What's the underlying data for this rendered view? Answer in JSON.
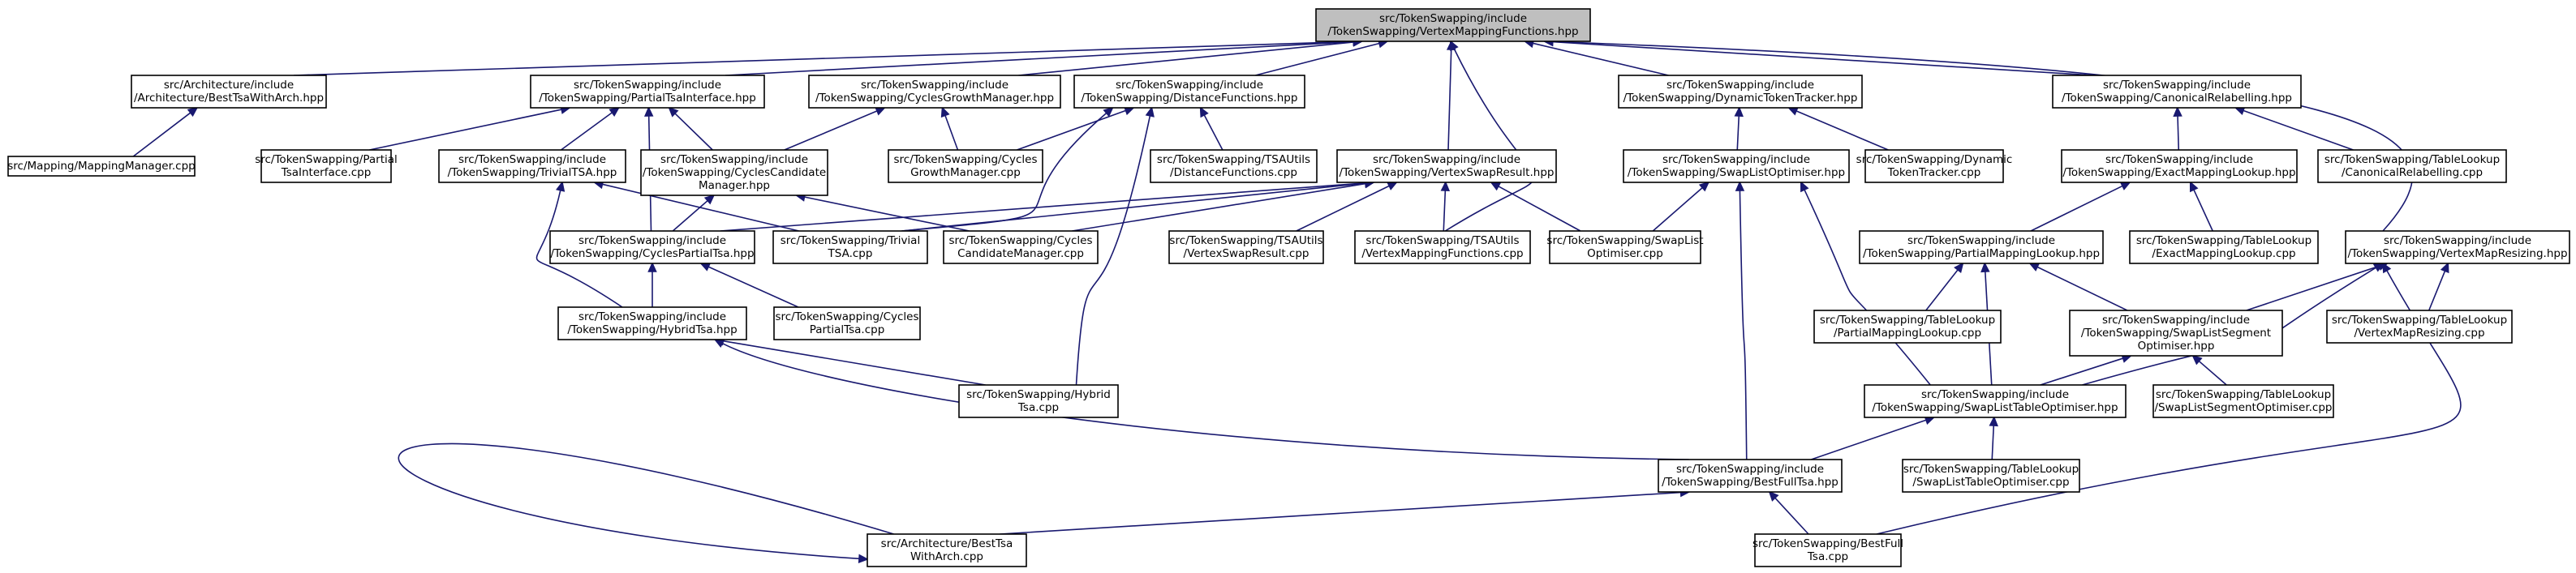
{
  "nodes": [
    {
      "id": "root",
      "lines": [
        "src/TokenSwapping/include",
        "/TokenSwapping/VertexMappingFunctions.hpp"
      ],
      "root": true
    },
    {
      "id": "bestTsaWithArchHpp",
      "lines": [
        "src/Architecture/include",
        "/Architecture/BestTsaWithArch.hpp"
      ]
    },
    {
      "id": "partialTsaInterfaceHpp",
      "lines": [
        "src/TokenSwapping/include",
        "/TokenSwapping/PartialTsaInterface.hpp"
      ]
    },
    {
      "id": "cyclesGrowthManagerHpp",
      "lines": [
        "src/TokenSwapping/include",
        "/TokenSwapping/CyclesGrowthManager.hpp"
      ]
    },
    {
      "id": "distanceFunctionsHpp",
      "lines": [
        "src/TokenSwapping/include",
        "/TokenSwapping/DistanceFunctions.hpp"
      ]
    },
    {
      "id": "dynamicTokenTrackerHpp",
      "lines": [
        "src/TokenSwapping/include",
        "/TokenSwapping/DynamicTokenTracker.hpp"
      ]
    },
    {
      "id": "canonicalRelabellingHpp",
      "lines": [
        "src/TokenSwapping/include",
        "/TokenSwapping/CanonicalRelabelling.hpp"
      ]
    },
    {
      "id": "mappingManagerCpp",
      "lines": [
        "src/Mapping/MappingManager.cpp"
      ]
    },
    {
      "id": "partialTsaInterfaceCpp",
      "lines": [
        "src/TokenSwapping/Partial",
        "TsaInterface.cpp"
      ]
    },
    {
      "id": "trivialTsaHpp",
      "lines": [
        "src/TokenSwapping/include",
        "/TokenSwapping/TrivialTSA.hpp"
      ]
    },
    {
      "id": "cyclesCandidateManagerHpp",
      "lines": [
        "src/TokenSwapping/include",
        "/TokenSwapping/CyclesCandidate",
        "Manager.hpp"
      ]
    },
    {
      "id": "cyclesGrowthManagerCpp",
      "lines": [
        "src/TokenSwapping/Cycles",
        "GrowthManager.cpp"
      ]
    },
    {
      "id": "distanceFunctionsCpp",
      "lines": [
        "src/TokenSwapping/TSAUtils",
        "/DistanceFunctions.cpp"
      ]
    },
    {
      "id": "vertexSwapResultHpp",
      "lines": [
        "src/TokenSwapping/include",
        "/TokenSwapping/VertexSwapResult.hpp"
      ]
    },
    {
      "id": "swapListOptimiserHpp",
      "lines": [
        "src/TokenSwapping/include",
        "/TokenSwapping/SwapListOptimiser.hpp"
      ]
    },
    {
      "id": "dynamicTokenTrackerCpp",
      "lines": [
        "src/TokenSwapping/Dynamic",
        "TokenTracker.cpp"
      ]
    },
    {
      "id": "exactMappingLookupHpp",
      "lines": [
        "src/TokenSwapping/include",
        "/TokenSwapping/ExactMappingLookup.hpp"
      ]
    },
    {
      "id": "canonicalRelabellingCpp",
      "lines": [
        "src/TokenSwapping/TableLookup",
        "/CanonicalRelabelling.cpp"
      ]
    },
    {
      "id": "cyclesPartialTsaHpp",
      "lines": [
        "src/TokenSwapping/include",
        "/TokenSwapping/CyclesPartialTsa.hpp"
      ]
    },
    {
      "id": "trivialTsaCpp",
      "lines": [
        "src/TokenSwapping/Trivial",
        "TSA.cpp"
      ]
    },
    {
      "id": "cyclesCandidateManagerCpp",
      "lines": [
        "src/TokenSwapping/Cycles",
        "CandidateManager.cpp"
      ]
    },
    {
      "id": "vertexSwapResultCpp",
      "lines": [
        "src/TokenSwapping/TSAUtils",
        "/VertexSwapResult.cpp"
      ]
    },
    {
      "id": "vertexMappingFunctionsCpp",
      "lines": [
        "src/TokenSwapping/TSAUtils",
        "/VertexMappingFunctions.cpp"
      ]
    },
    {
      "id": "swapListOptimiserCpp",
      "lines": [
        "src/TokenSwapping/SwapList",
        "Optimiser.cpp"
      ]
    },
    {
      "id": "partialMappingLookupHpp",
      "lines": [
        "src/TokenSwapping/include",
        "/TokenSwapping/PartialMappingLookup.hpp"
      ]
    },
    {
      "id": "exactMappingLookupCpp",
      "lines": [
        "src/TokenSwapping/TableLookup",
        "/ExactMappingLookup.cpp"
      ]
    },
    {
      "id": "vertexMapResizingHpp",
      "lines": [
        "src/TokenSwapping/include",
        "/TokenSwapping/VertexMapResizing.hpp"
      ]
    },
    {
      "id": "hybridTsaHpp",
      "lines": [
        "src/TokenSwapping/include",
        "/TokenSwapping/HybridTsa.hpp"
      ]
    },
    {
      "id": "cyclesPartialTsaCpp",
      "lines": [
        "src/TokenSwapping/Cycles",
        "PartialTsa.cpp"
      ]
    },
    {
      "id": "partialMappingLookupCpp",
      "lines": [
        "src/TokenSwapping/TableLookup",
        "/PartialMappingLookup.cpp"
      ]
    },
    {
      "id": "swapListSegmentOptimiserHpp",
      "lines": [
        "src/TokenSwapping/include",
        "/TokenSwapping/SwapListSegment",
        "Optimiser.hpp"
      ]
    },
    {
      "id": "vertexMapResizingCpp",
      "lines": [
        "src/TokenSwapping/TableLookup",
        "/VertexMapResizing.cpp"
      ]
    },
    {
      "id": "hybridTsaCpp",
      "lines": [
        "src/TokenSwapping/Hybrid",
        "Tsa.cpp"
      ]
    },
    {
      "id": "swapListTableOptimiserHpp",
      "lines": [
        "src/TokenSwapping/include",
        "/TokenSwapping/SwapListTableOptimiser.hpp"
      ]
    },
    {
      "id": "swapListSegmentOptimiserCpp",
      "lines": [
        "src/TokenSwapping/TableLookup",
        "/SwapListSegmentOptimiser.cpp"
      ]
    },
    {
      "id": "bestFullTsaHpp",
      "lines": [
        "src/TokenSwapping/include",
        "/TokenSwapping/BestFullTsa.hpp"
      ]
    },
    {
      "id": "swapListTableOptimiserCpp",
      "lines": [
        "src/TokenSwapping/TableLookup",
        "/SwapListTableOptimiser.cpp"
      ]
    },
    {
      "id": "bestTsaWithArchCpp",
      "lines": [
        "src/Architecture/BestTsa",
        "WithArch.cpp"
      ]
    },
    {
      "id": "bestFullTsaCpp",
      "lines": [
        "src/TokenSwapping/BestFull",
        "Tsa.cpp"
      ]
    }
  ],
  "edges": [
    {
      "from": "bestTsaWithArchHpp",
      "to": "root"
    },
    {
      "from": "partialTsaInterfaceHpp",
      "to": "root"
    },
    {
      "from": "cyclesGrowthManagerHpp",
      "to": "root"
    },
    {
      "from": "distanceFunctionsHpp",
      "to": "root"
    },
    {
      "from": "vertexSwapResultHpp",
      "to": "root"
    },
    {
      "from": "vertexMappingFunctionsCpp",
      "to": "root"
    },
    {
      "from": "dynamicTokenTrackerHpp",
      "to": "root"
    },
    {
      "from": "canonicalRelabellingHpp",
      "to": "root"
    },
    {
      "from": "vertexMapResizingHpp",
      "to": "root"
    },
    {
      "from": "mappingManagerCpp",
      "to": "bestTsaWithArchHpp"
    },
    {
      "from": "bestTsaWithArchCpp",
      "to": "bestTsaWithArchHpp"
    },
    {
      "from": "partialTsaInterfaceCpp",
      "to": "partialTsaInterfaceHpp"
    },
    {
      "from": "trivialTsaHpp",
      "to": "partialTsaInterfaceHpp"
    },
    {
      "from": "cyclesCandidateManagerHpp",
      "to": "partialTsaInterfaceHpp"
    },
    {
      "from": "cyclesPartialTsaHpp",
      "to": "partialTsaInterfaceHpp"
    },
    {
      "from": "cyclesCandidateManagerHpp",
      "to": "cyclesGrowthManagerHpp"
    },
    {
      "from": "cyclesGrowthManagerCpp",
      "to": "cyclesGrowthManagerHpp"
    },
    {
      "from": "cyclesGrowthManagerCpp",
      "to": "distanceFunctionsHpp"
    },
    {
      "from": "distanceFunctionsCpp",
      "to": "distanceFunctionsHpp"
    },
    {
      "from": "trivialTsaCpp",
      "to": "distanceFunctionsHpp"
    },
    {
      "from": "hybridTsaCpp",
      "to": "distanceFunctionsHpp"
    },
    {
      "from": "trivialTsaCpp",
      "to": "trivialTsaHpp"
    },
    {
      "from": "hybridTsaHpp",
      "to": "trivialTsaHpp"
    },
    {
      "from": "cyclesPartialTsaHpp",
      "to": "cyclesCandidateManagerHpp"
    },
    {
      "from": "cyclesCandidateManagerCpp",
      "to": "cyclesCandidateManagerHpp"
    },
    {
      "from": "hybridTsaHpp",
      "to": "cyclesPartialTsaHpp"
    },
    {
      "from": "cyclesPartialTsaCpp",
      "to": "cyclesPartialTsaHpp"
    },
    {
      "from": "cyclesPartialTsaHpp",
      "to": "vertexSwapResultHpp"
    },
    {
      "from": "trivialTsaCpp",
      "to": "vertexSwapResultHpp"
    },
    {
      "from": "cyclesCandidateManagerCpp",
      "to": "vertexSwapResultHpp"
    },
    {
      "from": "vertexSwapResultCpp",
      "to": "vertexSwapResultHpp"
    },
    {
      "from": "vertexMappingFunctionsCpp",
      "to": "vertexSwapResultHpp"
    },
    {
      "from": "swapListOptimiserCpp",
      "to": "vertexSwapResultHpp"
    },
    {
      "from": "hybridTsaCpp",
      "to": "hybridTsaHpp"
    },
    {
      "from": "bestFullTsaHpp",
      "to": "hybridTsaHpp"
    },
    {
      "from": "swapListOptimiserHpp",
      "to": "dynamicTokenTrackerHpp"
    },
    {
      "from": "dynamicTokenTrackerCpp",
      "to": "dynamicTokenTrackerHpp"
    },
    {
      "from": "swapListOptimiserCpp",
      "to": "swapListOptimiserHpp"
    },
    {
      "from": "swapListTableOptimiserHpp",
      "to": "swapListOptimiserHpp"
    },
    {
      "from": "bestFullTsaHpp",
      "to": "swapListOptimiserHpp"
    },
    {
      "from": "exactMappingLookupHpp",
      "to": "canonicalRelabellingHpp"
    },
    {
      "from": "canonicalRelabellingCpp",
      "to": "canonicalRelabellingHpp"
    },
    {
      "from": "partialMappingLookupHpp",
      "to": "exactMappingLookupHpp"
    },
    {
      "from": "exactMappingLookupCpp",
      "to": "exactMappingLookupHpp"
    },
    {
      "from": "partialMappingLookupCpp",
      "to": "partialMappingLookupHpp"
    },
    {
      "from": "swapListSegmentOptimiserHpp",
      "to": "partialMappingLookupHpp"
    },
    {
      "from": "swapListTableOptimiserHpp",
      "to": "partialMappingLookupHpp"
    },
    {
      "from": "swapListSegmentOptimiserHpp",
      "to": "vertexMapResizingHpp"
    },
    {
      "from": "vertexMapResizingCpp",
      "to": "vertexMapResizingHpp"
    },
    {
      "from": "swapListTableOptimiserHpp",
      "to": "vertexMapResizingHpp"
    },
    {
      "from": "bestFullTsaCpp",
      "to": "vertexMapResizingHpp"
    },
    {
      "from": "swapListTableOptimiserHpp",
      "to": "swapListSegmentOptimiserHpp"
    },
    {
      "from": "swapListSegmentOptimiserCpp",
      "to": "swapListSegmentOptimiserHpp"
    },
    {
      "from": "bestFullTsaHpp",
      "to": "swapListTableOptimiserHpp"
    },
    {
      "from": "swapListTableOptimiserCpp",
      "to": "swapListTableOptimiserHpp"
    },
    {
      "from": "bestTsaWithArchCpp",
      "to": "bestFullTsaHpp"
    },
    {
      "from": "bestFullTsaCpp",
      "to": "bestFullTsaHpp"
    }
  ]
}
